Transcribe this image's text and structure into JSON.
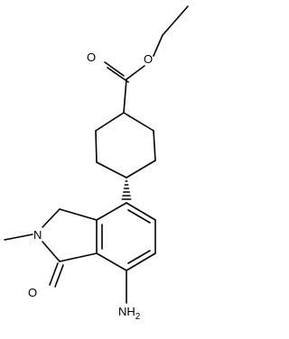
{
  "molecule": {
    "atoms": {
      "ester_o_single": "O",
      "ester_o_double": "O",
      "ring_n": "N",
      "lactam_o": "O",
      "amine": "NH",
      "amine_subscript": "2"
    }
  },
  "colors": {
    "bond": "#000000",
    "background": "#ffffff"
  }
}
